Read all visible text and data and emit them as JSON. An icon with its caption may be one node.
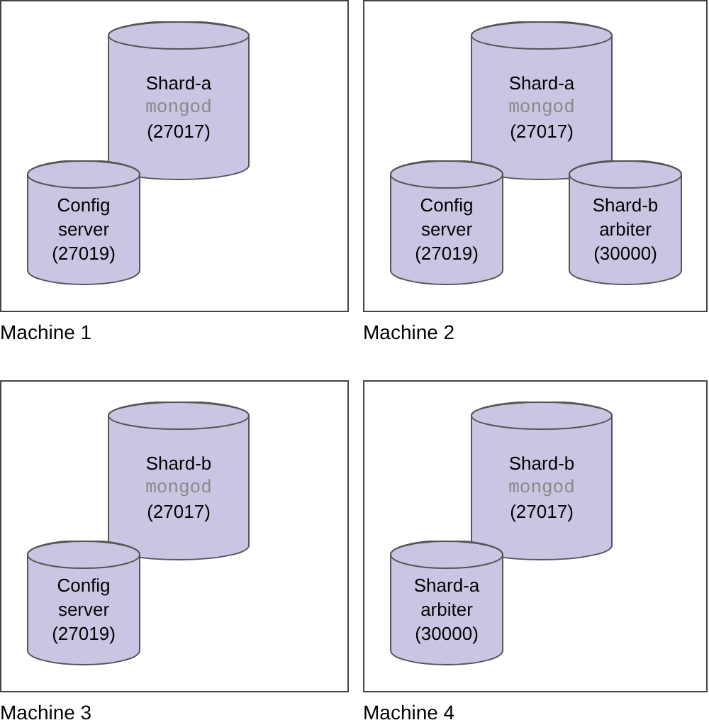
{
  "diagram": {
    "nodes": [
      {
        "text": [],
        "shape": "box",
        "beside": [
          "Machine 1"
        ]
      },
      {
        "text": [
          "Shard-a",
          "mongod",
          "(27017)"
        ],
        "in": 0
      },
      {
        "text": [
          "Config server (27019)"
        ],
        "in": 0
      },
      {
        "text": [],
        "shape": "box",
        "beside": [
          "Machine 2"
        ]
      },
      {
        "text": [
          "Shard-a",
          "mongod",
          "(27017)"
        ],
        "in": 3
      },
      {
        "text": [
          "Config server (27019)"
        ],
        "in": 3
      },
      {
        "text": [
          "Shard-b arbiter (30000)"
        ],
        "in": 3
      },
      {
        "text": [],
        "shape": "box",
        "beside": [
          "Machine 3"
        ]
      },
      {
        "text": [
          "Shard-b",
          "mongod",
          "(27017)"
        ],
        "in": 7
      },
      {
        "text": [
          "Config server (27019)"
        ],
        "in": 7
      },
      {
        "text": [],
        "shape": "box",
        "beside": [
          "Machine 4"
        ]
      },
      {
        "text": [
          "Shard-b",
          "mongod",
          "(27017)"
        ],
        "in": 10
      },
      {
        "text": [
          "Shard-a arbiter (30000)"
        ],
        "in": 10
      }
    ]
  }
}
